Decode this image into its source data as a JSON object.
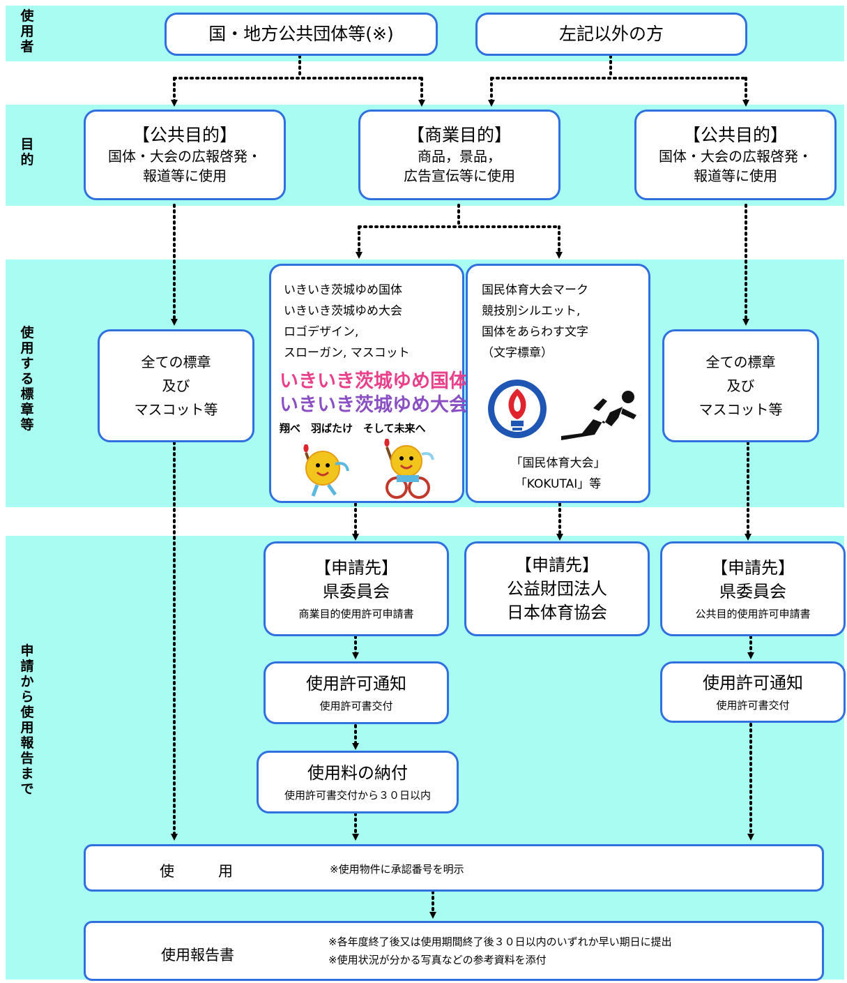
{
  "side_labels": {
    "user": "使用者",
    "purpose": "目的",
    "marks": "使用する標章等",
    "process": "申請から使用報告まで"
  },
  "users": {
    "gov": "国・地方公共団体等(※)",
    "other": "左記以外の方"
  },
  "purposes": {
    "public_left": {
      "title": "【公共目的】",
      "line1": "国体・大会の広報啓発・",
      "line2": "報道等に使用"
    },
    "commercial": {
      "title": "【商業目的】",
      "line1": "商品，景品，",
      "line2": "広告宣伝等に使用"
    },
    "public_right": {
      "title": "【公共目的】",
      "line1": "国体・大会の広報啓発・",
      "line2": "報道等に使用"
    }
  },
  "marks": {
    "all_left": {
      "line1": "全ての標章",
      "line2": "及び",
      "line3": "マスコット等"
    },
    "ibaraki": {
      "line1": "いきいき茨城ゆめ国体",
      "line2": "いきいき茨城ゆめ大会",
      "line3": "ロゴデザイン,",
      "line4": "スローガン, マスコット",
      "logo1": "いきいき茨城ゆめ国体",
      "logo2": "いきいき茨城ゆめ大会",
      "slogan": "翔べ　羽ばたけ　そして未来へ"
    },
    "kokutai": {
      "line1": "国民体育大会マーク",
      "line2": "競技別シルエット,",
      "line3": "国体をあらわす文字",
      "line4": "（文字標章）",
      "foot1": "「国民体育大会」",
      "foot2": "「KOKUTAI」等"
    },
    "all_right": {
      "line1": "全ての標章",
      "line2": "及び",
      "line3": "マスコット等"
    }
  },
  "apply": {
    "prefecture_commercial": {
      "title": "【申請先】",
      "org": "県委員会",
      "doc": "商業目的使用許可申請書"
    },
    "jsa": {
      "title": "【申請先】",
      "org1": "公益財団法人",
      "org2": "日本体育協会"
    },
    "prefecture_public": {
      "title": "【申請先】",
      "org": "県委員会",
      "doc": "公共目的使用許可申請書"
    }
  },
  "notice_left": {
    "title": "使用許可通知",
    "sub": "使用許可書交付"
  },
  "notice_right": {
    "title": "使用許可通知",
    "sub": "使用許可書交付"
  },
  "fee": {
    "title": "使用料の納付",
    "sub": "使用許可書交付から３０日以内"
  },
  "use": {
    "label": "使　　　用",
    "note": "※使用物件に承認番号を明示"
  },
  "report": {
    "label": "使用報告書",
    "note1": "※各年度終了後又は使用期間終了後３０日以内のいずれか早い期日に提出",
    "note2": "※使用状況が分かる写真などの参考資料を添付"
  },
  "colors": {
    "band": "#a9fcf2",
    "border": "#2f6fe0",
    "logo_pink": "#e8408a",
    "logo_orange": "#f29a1d",
    "logo_green": "#39a845",
    "logo_purple": "#8a4fc2",
    "emblem_blue": "#1f56b3",
    "emblem_red": "#e0242e"
  }
}
